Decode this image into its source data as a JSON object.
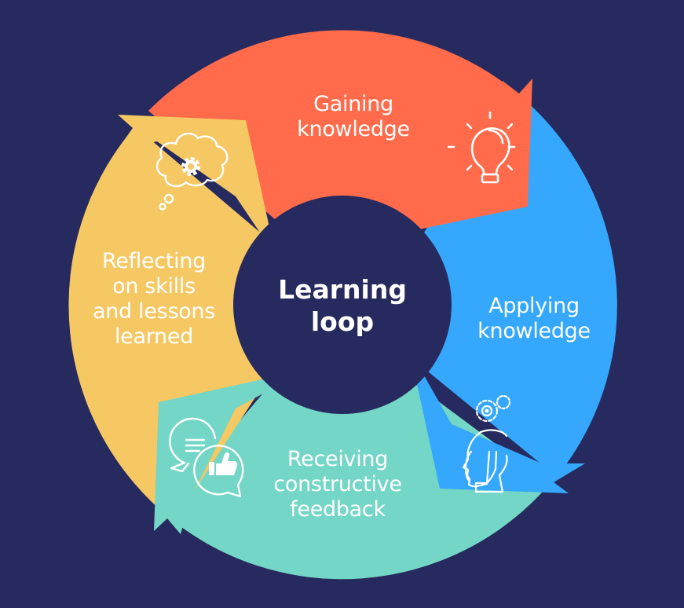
{
  "diagram": {
    "title_lines": [
      "Learning",
      "loop"
    ],
    "steps": [
      {
        "id": "gaining",
        "lines": [
          "Gaining",
          "knowledge"
        ],
        "icon": "lightbulb-icon",
        "color": "#FF6B4B"
      },
      {
        "id": "applying",
        "lines": [
          "Applying",
          "knowledge"
        ],
        "icon": "head-gears-icon",
        "color": "#35A8FD"
      },
      {
        "id": "receiving",
        "lines": [
          "Receiving",
          "constructive",
          "feedback"
        ],
        "icon": "chat-thumbs-up-icon",
        "color": "#74D6C6"
      },
      {
        "id": "reflecting",
        "lines": [
          "Reflecting",
          "on skills",
          "and lessons",
          "learned"
        ],
        "icon": "thought-cloud-gear-icon",
        "color": "#F5C863"
      }
    ],
    "background_color": "#272A5E",
    "flow": "clockwise"
  }
}
